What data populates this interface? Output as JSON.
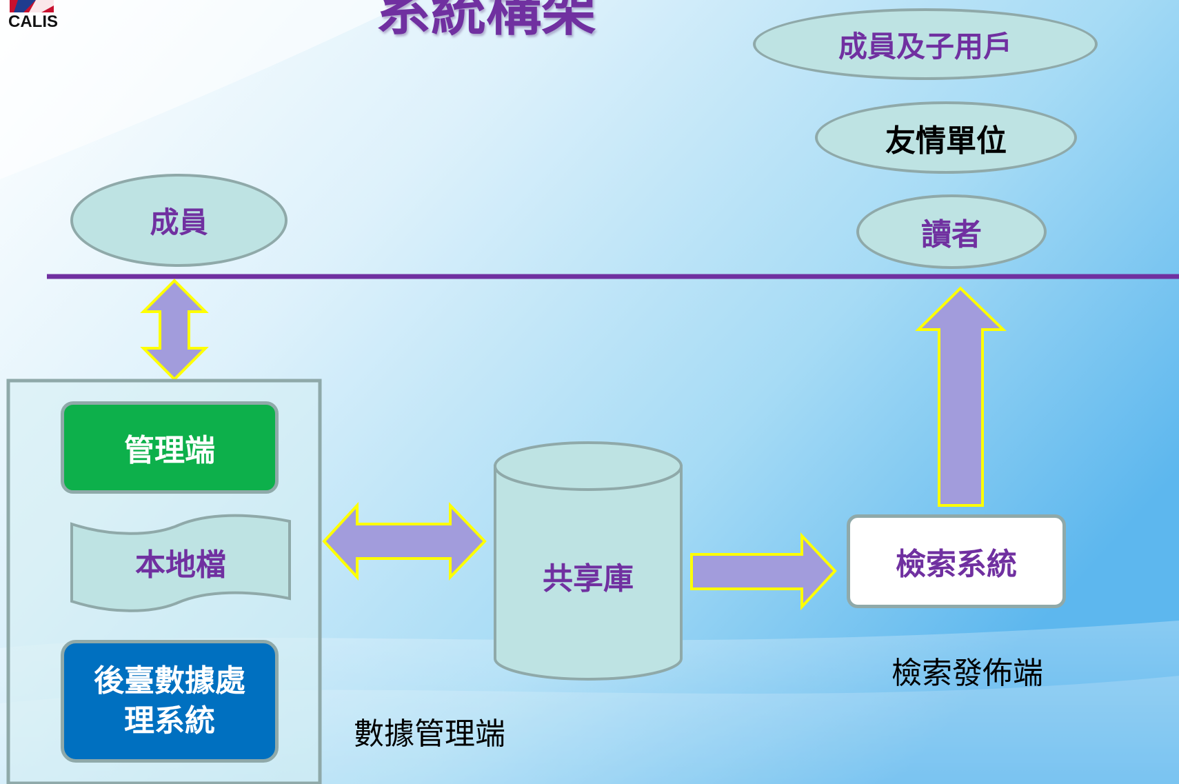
{
  "title": "系統構架",
  "logo": {
    "text": "CALIS"
  },
  "users": {
    "member": "成員",
    "member_sub": "成員及子用戶",
    "friendly": "友情單位",
    "reader": "讀者"
  },
  "left_panel": {
    "admin": "管理端",
    "local_file": "本地檔",
    "backend_line1": "後臺數據處",
    "backend_line2": "理系統"
  },
  "shared_db": "共享庫",
  "search_system": "檢索系統",
  "captions": {
    "data_management": "數據管理端",
    "search_publish": "檢索發佈端"
  },
  "colors": {
    "accent_purple": "#7030A0",
    "admin_green": "#0DB04B",
    "backend_blue": "#0070C0",
    "shape_fill": "#BEE3E3",
    "arrow_fill": "#A29CDC",
    "arrow_outline": "#FFFF00"
  }
}
